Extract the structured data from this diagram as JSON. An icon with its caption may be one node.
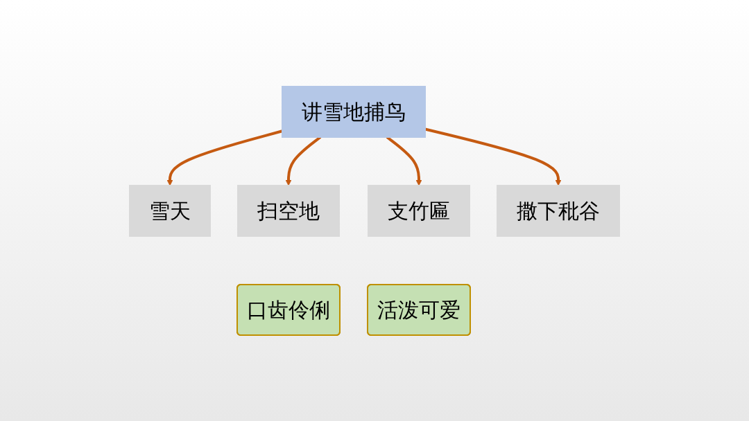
{
  "diagram": {
    "nodes": [
      {
        "text": [
          "讲雪地捕鸟"
        ]
      },
      {
        "text": [
          "雪天"
        ]
      },
      {
        "text": [
          "扫空地"
        ]
      },
      {
        "text": [
          "支竹匾"
        ]
      },
      {
        "text": [
          "撒下秕谷"
        ]
      },
      {
        "text": [
          "口齿伶俐"
        ]
      },
      {
        "text": [
          "活泼可爱"
        ]
      }
    ],
    "edges": [
      {
        "from": 0,
        "to": 1,
        "arrow": "to"
      },
      {
        "from": 0,
        "to": 2,
        "arrow": "to"
      },
      {
        "from": 0,
        "to": 3,
        "arrow": "to"
      },
      {
        "from": 0,
        "to": 4,
        "arrow": "to"
      }
    ]
  }
}
